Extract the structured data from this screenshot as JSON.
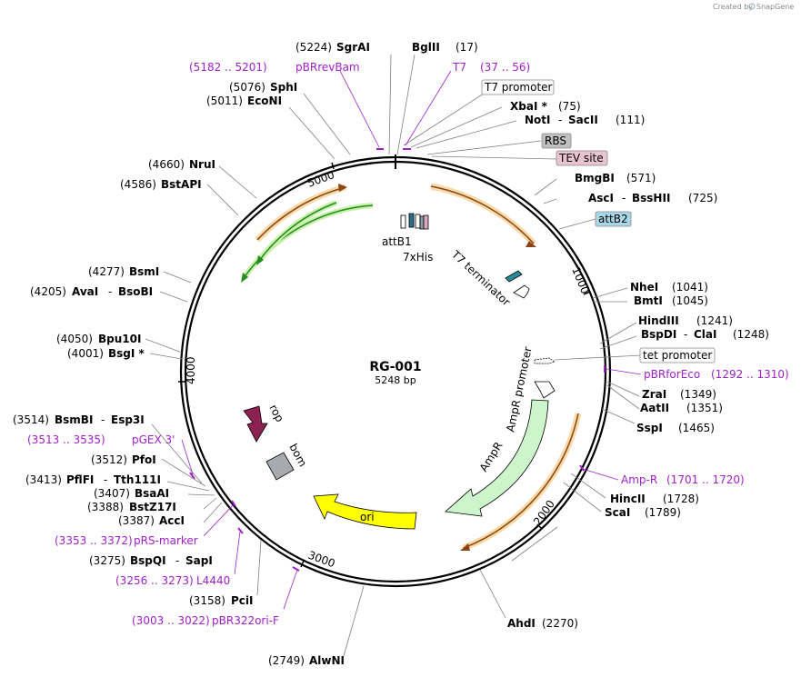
{
  "credit": {
    "text": "Created by",
    "brand": "SnapGene"
  },
  "plasmid": {
    "name": "RG-001",
    "length": "5248 bp"
  },
  "ticks": [
    "1000",
    "2000",
    "3000",
    "4000",
    "5000"
  ],
  "sites": [
    {
      "name": "SgrAI",
      "pos": "(5224)"
    },
    {
      "name": "BglII",
      "pos": "(17)"
    },
    {
      "name": "SphI",
      "pos": "(5076)"
    },
    {
      "name": "EcoNI",
      "pos": "(5011)"
    },
    {
      "name": "XbaI *",
      "pos": "(75)"
    },
    {
      "name": "NotI",
      "name2": "SacII",
      "pos": "(111)"
    },
    {
      "name": "NruI",
      "pos": "(4660)"
    },
    {
      "name": "BstAPI",
      "pos": "(4586)"
    },
    {
      "name": "BmgBI",
      "pos": "(571)"
    },
    {
      "name": "AscI",
      "name2": "BssHII",
      "pos": "(725)"
    },
    {
      "name": "BsmI",
      "pos": "(4277)"
    },
    {
      "name": "AvaI",
      "name2": "BsoBI",
      "pos": "(4205)"
    },
    {
      "name": "NheI",
      "pos": "(1041)"
    },
    {
      "name": "BmtI",
      "pos": "(1045)"
    },
    {
      "name": "HindIII",
      "pos": "(1241)"
    },
    {
      "name": "BspDI",
      "name2": "ClaI",
      "pos": "(1248)"
    },
    {
      "name": "Bpu10I",
      "pos": "(4050)"
    },
    {
      "name": "BsgI *",
      "pos": "(4001)"
    },
    {
      "name": "ZraI",
      "pos": "(1349)"
    },
    {
      "name": "AatII",
      "pos": "(1351)"
    },
    {
      "name": "SspI",
      "pos": "(1465)"
    },
    {
      "name": "BsmBI",
      "name2": "Esp3I",
      "pos": "(3514)"
    },
    {
      "name": "PfoI",
      "pos": "(3512)"
    },
    {
      "name": "PflFI",
      "name2": "Tth111I",
      "pos": "(3413)"
    },
    {
      "name": "BsaAI",
      "pos": "(3407)"
    },
    {
      "name": "BstZ17I",
      "pos": "(3388)"
    },
    {
      "name": "AccI",
      "pos": "(3387)"
    },
    {
      "name": "HincII",
      "pos": "(1728)"
    },
    {
      "name": "ScaI",
      "pos": "(1789)"
    },
    {
      "name": "BspQI",
      "name2": "SapI",
      "pos": "(3275)"
    },
    {
      "name": "PciI",
      "pos": "(3158)"
    },
    {
      "name": "AhdI",
      "pos": "(2270)"
    },
    {
      "name": "AlwNI",
      "pos": "(2749)"
    }
  ],
  "primers": [
    {
      "range": "(5182 .. 5201)",
      "name": "pBRrevBam"
    },
    {
      "name": "T7",
      "range": "(37 .. 56)"
    },
    {
      "name": "pBRforEco",
      "range": "(1292 .. 1310)"
    },
    {
      "range": "(3513 .. 3535)",
      "name": "pGEX 3'"
    },
    {
      "name": "Amp-R",
      "range": "(1701 .. 1720)"
    },
    {
      "range": "(3353 .. 3372)",
      "name": "pRS-marker"
    },
    {
      "range": "(3256 .. 3273)",
      "name": "L4440"
    },
    {
      "range": "(3003 .. 3022)",
      "name": "pBR322ori-F"
    }
  ],
  "boxed": [
    {
      "text": "T7 promoter",
      "fill": "#ffffff"
    },
    {
      "text": "RBS",
      "fill": "#c0c0c0"
    },
    {
      "text": "TEV site",
      "fill": "#e8c4d0"
    },
    {
      "text": "attB2",
      "fill": "#a8d8e8"
    },
    {
      "text": "tet promoter",
      "fill": "#ffffff"
    }
  ],
  "features": {
    "attB1": "attB1",
    "his": "7xHis",
    "t7term": "T7 terminator",
    "ampr_promoter": "AmpR promoter",
    "ampr": "AmpR",
    "ori": "ori",
    "rop": "rop",
    "bom": "bom"
  },
  "colors": {
    "primer": "#a020c8",
    "ampr": "#ccf5cc",
    "ori": "#ffff00",
    "rop": "#8b2252",
    "orf_arrow": "#f0a030",
    "green_arrow": "#228b22"
  }
}
